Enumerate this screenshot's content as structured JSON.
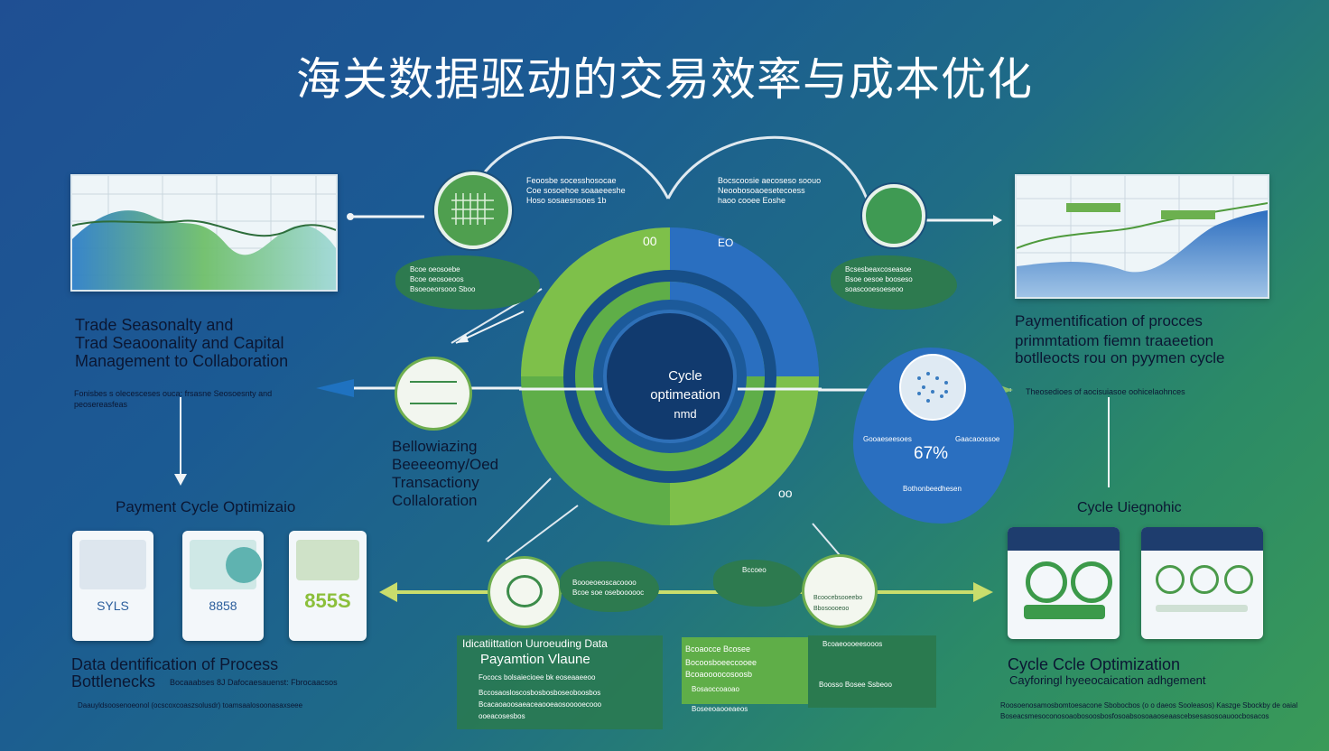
{
  "title": "海关数据驱动的交易效率与成本优化",
  "center": {
    "label_1": "Cycle",
    "label_2": "optimeation",
    "label_3": "nmd",
    "ring_top_left": "00",
    "ring_top_right": "EO",
    "ring_bottom": "oo"
  },
  "left_top": {
    "heading": "Trade Seasonalty and\nTrad Seaoonality and Capital\nManagement to Collaboration",
    "caption": "Fonisbes s olecesceses ouca: frsasne Seosoesnty and\npeosereasfeas"
  },
  "left_middle": {
    "heading": "Payment Cycle Optimizaio"
  },
  "left_cards": [
    {
      "value": "SYLS"
    },
    {
      "value": "8858"
    },
    {
      "value": "855S"
    }
  ],
  "left_bottom": {
    "heading_1": "Data dentification of Process",
    "heading_2": "Bottlenecks",
    "heading_2_suffix": "Bocaaabses 8J Dafocaesauenst: Fbrocaacsos",
    "caption": "Daauyldsoosenoeonol (ocscoxcoaszsolusdr) toamsaalosoonasaxseee"
  },
  "center_left_label": "Bellowiazing\nBeeeeomy/Oed\nTransactiony\nCollaloration",
  "right_top": {
    "heading_1": "Paymentification of procces",
    "heading_2": "primmtatiom  fiemn traaeetion",
    "heading_3": "botlleocts rou on pyymen cycle",
    "caption": "Theosedioes of aocisuiasoe oohicelaohnces"
  },
  "right_blob": {
    "percent": "67%",
    "top_text": "Gooaeseesoes",
    "top_right_text": "Gaacaoossoe",
    "bottom_text": "Bothonbeedhesen"
  },
  "right_middle": {
    "heading": "Cycle Uiegnohic"
  },
  "right_bottom": {
    "heading_1": "Cycle Ccle Optimization",
    "heading_2": "Cayforingl hyeeocaication adhgement",
    "caption": "Roosoenosamosbomtoesacone Sbobocbos (o o daeos Sooleasos) Kaszge Sbockby de oaial\nBoseacsmesoconosoaobosoosbosfosoabsosoaaoseaascebsesasosoauoocbosacos"
  },
  "top_left_label": "Feoosbe socesshosocae\nCoe sosoehoe soaaeeeshe\nHoso sosaesnsoes 1b",
  "top_right_label": "Bocscoosie aecoseso soouo\nNeoobosoaoesetecoess\nhaoo cooee Eoshe",
  "bubble_left": "Bcoe oeosoebe\nBcoe oeosoeoos\nBsoeoeorsooo Sboo",
  "bubble_right": "Bcsesbeaxcoseasoe\nBsoe oesoe booseso\nsoascooesoeseoo",
  "bottom_center_left": {
    "header": "Idicatiittation Uuroeuding Data",
    "title": "Payamtion Vlaune",
    "line1": "Fococs bolsaiecioee bk eoseaaeeoo",
    "line2": "Bccosaosloscosbosbosboseoboosbos",
    "line3": "Bcacaoaoosaeaceaooeaosooooecooo",
    "line4": "ooeacosesbos"
  },
  "bottom_center_right": {
    "line1": "Bcoaocce  Bcosee",
    "line2": "Bocoosboeeccooee",
    "line3": "Bcoaoooocosoosb",
    "line4": "Bcoaeoooeesooos",
    "line5": "Boosso Bosee Ssbeoo",
    "line6": "Bosaoccoaoao",
    "line7": "Boseeoaooeaeos"
  },
  "bottom_icon_left_text": "Boooeoeoscacoooo\nBcoe soe oseboooooc",
  "bottom_icon_mid_text": "Bccoeo",
  "bottom_icon_right_text": "Bcoocebsooeebo\nBbosoooeoo",
  "colors": {
    "ring_green": "#7ec04a",
    "ring_blue": "#2a6fc0",
    "center_dark": "#113a6e",
    "panel_bg": "#eef5f8"
  }
}
